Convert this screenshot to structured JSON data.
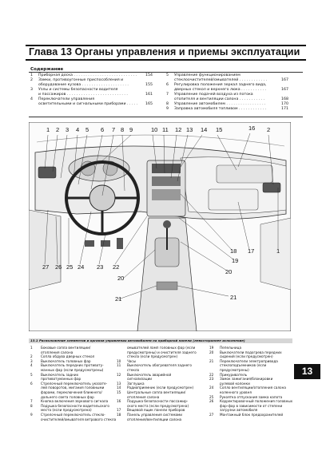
{
  "header": {
    "title": "Глава 13  Органы управления и приемы эксплуатации",
    "contents_label": "Содержание"
  },
  "toc_left": [
    {
      "num": "1",
      "text": "Приборная доска . . . . . . . . . . . . . . . . . . . . . . . . . . .",
      "page": "154"
    },
    {
      "num": "2",
      "text": "Замки, противоугонные приспособления и",
      "page": ""
    },
    {
      "num": "",
      "text": "оборудование кузова . . . . . . . . . . . . . . . . . . . .",
      "page": "155"
    },
    {
      "num": "3",
      "text": "Узлы и системы безопасности водителя",
      "page": ""
    },
    {
      "num": "",
      "text": "и пассажиров . . . . . . . . . . . . . . . . . . . . . . . . . .",
      "page": "161"
    },
    {
      "num": "4",
      "text": "Переключатели управления",
      "page": ""
    },
    {
      "num": "",
      "text": "осветительными и сигнальными приборами . . . . .",
      "page": "165"
    }
  ],
  "toc_right": [
    {
      "num": "5",
      "text": "Управление функционированием",
      "page": ""
    },
    {
      "num": "",
      "text": "стеклоочистителей/омывателей . . . . . . . . . . . .",
      "page": "167"
    },
    {
      "num": "6",
      "text": "Регулировка положения зеркал заднего вида,",
      "page": ""
    },
    {
      "num": "",
      "text": "дверных стекол и верхнего люка . . . . . . . . . . .",
      "page": "167"
    },
    {
      "num": "7",
      "text": "Управление подачей воздуха из потока",
      "page": ""
    },
    {
      "num": "",
      "text": "отопителя и вентиляции салона . . . . . . . . . . .",
      "page": "168"
    },
    {
      "num": "8",
      "text": "Управление автомобилем . . . . . . . . . . . . . . . . .",
      "page": "170"
    },
    {
      "num": "9",
      "text": "Заправка автомобиля топливом . . . . . . . . . . . .",
      "page": "171"
    }
  ],
  "figure": {
    "callouts_top": [
      "1",
      "2",
      "3",
      "4",
      "5",
      "6",
      "7",
      "8",
      "9",
      "10",
      "11",
      "12",
      "13",
      "14",
      "15",
      "16",
      "2"
    ],
    "callouts_bottom": [
      "27",
      "26",
      "25",
      "24",
      "23",
      "22",
      "20",
      "21",
      "21",
      "18",
      "19",
      "20",
      "17",
      "1"
    ]
  },
  "caption": "13.1  Расположение элементов и органов управления автомобилем на приборной панели (левостороннее исполнение)",
  "legend_col1": [
    {
      "num": "1",
      "text": "Боковые сопла вентиляции/"
    },
    {
      "num": "",
      "text": "отопления салона"
    },
    {
      "num": "2",
      "text": "Сопла обдува дверных стекол"
    },
    {
      "num": "3",
      "text": "Выключатель головных фар"
    },
    {
      "num": "4",
      "text": "Выключатель передних противоту-"
    },
    {
      "num": "",
      "text": "манных фар (если предусмотрены)"
    },
    {
      "num": "5",
      "text": "Выключатель задних"
    },
    {
      "num": "",
      "text": "противотуманных фар"
    },
    {
      "num": "6",
      "text": "Стрелочный переключатель указате-"
    },
    {
      "num": "",
      "text": "лей поворотов, мигания головными"
    },
    {
      "num": "",
      "text": "фарами, переключения ближнего/"
    },
    {
      "num": "",
      "text": "дальнего света головных фар"
    },
    {
      "num": "7",
      "text": "Кнопка включения звукового сигнала"
    },
    {
      "num": "8",
      "text": "Подушка безопасности водительского"
    },
    {
      "num": "",
      "text": "места (если предусмотрена)"
    },
    {
      "num": "9",
      "text": "Стрелочный переключатель стекло-"
    },
    {
      "num": "",
      "text": "очистителей/омывателя ветрового стекла"
    }
  ],
  "legend_col2": [
    {
      "num": "",
      "text": "омывателей ламп головных фар (если"
    },
    {
      "num": "",
      "text": "предусмотрены) и очистителя заднего"
    },
    {
      "num": "",
      "text": "стекла (если предусмотрен)"
    },
    {
      "num": "10",
      "text": "Часы"
    },
    {
      "num": "11",
      "text": "Выключатель обогревателя заднего"
    },
    {
      "num": "",
      "text": "стекла"
    },
    {
      "num": "12",
      "text": "Выключатель аварийной"
    },
    {
      "num": "",
      "text": "сигнализации"
    },
    {
      "num": "13",
      "text": "Заглушка"
    },
    {
      "num": "14",
      "text": "Радиоприемник (если предусмотрен)"
    },
    {
      "num": "15",
      "text": "Центральные сопла вентиляции/"
    },
    {
      "num": "",
      "text": "отопления салона"
    },
    {
      "num": "16",
      "text": "Подушка безопасности пассажир-"
    },
    {
      "num": "",
      "text": "ского места (если предусмотрена)"
    },
    {
      "num": "17",
      "text": "Вещевой ящик панели приборов"
    },
    {
      "num": "18",
      "text": "Панель управления системами"
    },
    {
      "num": "",
      "text": "отопления/вентиляции салона"
    }
  ],
  "legend_col3": [
    {
      "num": "19",
      "text": "Пепельница"
    },
    {
      "num": "20",
      "text": "Выключатели подогрева передних"
    },
    {
      "num": "",
      "text": "сидений (если предусмотрен)"
    },
    {
      "num": "21",
      "text": "Переключатели электропривода"
    },
    {
      "num": "",
      "text": "стеклоподъемников (если"
    },
    {
      "num": "",
      "text": "предусмотрены)"
    },
    {
      "num": "22",
      "text": "Прикуриватель"
    },
    {
      "num": "23",
      "text": "Замок зажигания/блокировки"
    },
    {
      "num": "",
      "text": "рулевой колонки"
    },
    {
      "num": "24",
      "text": "Сопло вентиляции/отопления салона"
    },
    {
      "num": "",
      "text": "коленного уровня"
    },
    {
      "num": "25",
      "text": "Рукоятка отпускания замка капота"
    },
    {
      "num": "26",
      "text": "Корректировочный положения головных"
    },
    {
      "num": "",
      "text": "фар-фар в зависимости от степени"
    },
    {
      "num": "",
      "text": "загрузки автомобиля"
    },
    {
      "num": "27",
      "text": "Монтажный блок предохранителей"
    }
  ],
  "chapter_badge": "13"
}
